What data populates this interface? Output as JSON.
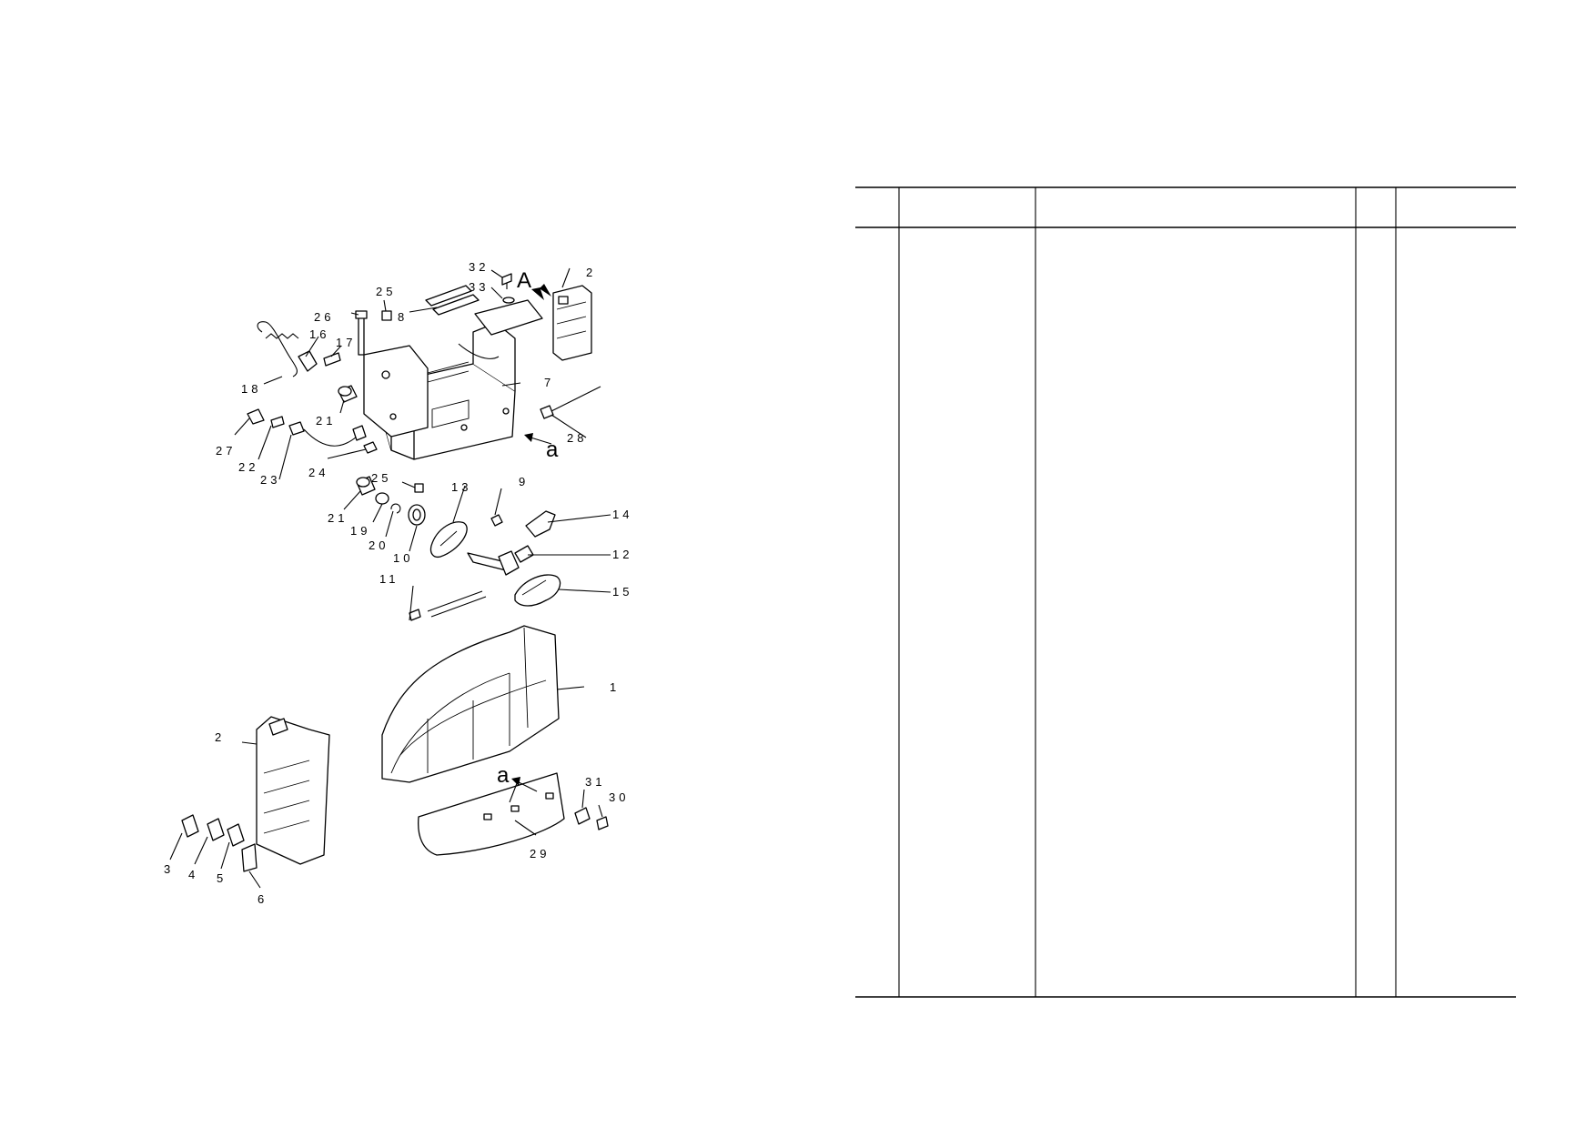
{
  "diagram": {
    "callouts": [
      {
        "id": "c1",
        "text": "1"
      },
      {
        "id": "c2a",
        "text": "2"
      },
      {
        "id": "c2b",
        "text": "2"
      },
      {
        "id": "c3",
        "text": "3"
      },
      {
        "id": "c4",
        "text": "4"
      },
      {
        "id": "c5",
        "text": "5"
      },
      {
        "id": "c6",
        "text": "6"
      },
      {
        "id": "c7",
        "text": "7"
      },
      {
        "id": "c8",
        "text": "8"
      },
      {
        "id": "c9",
        "text": "9"
      },
      {
        "id": "c10",
        "text": "10"
      },
      {
        "id": "c11",
        "text": "11"
      },
      {
        "id": "c12",
        "text": "12"
      },
      {
        "id": "c13",
        "text": "13"
      },
      {
        "id": "c14",
        "text": "14"
      },
      {
        "id": "c15",
        "text": "15"
      },
      {
        "id": "c16",
        "text": "16"
      },
      {
        "id": "c17",
        "text": "17"
      },
      {
        "id": "c18",
        "text": "18"
      },
      {
        "id": "c19",
        "text": "19"
      },
      {
        "id": "c20",
        "text": "20"
      },
      {
        "id": "c21a",
        "text": "21"
      },
      {
        "id": "c21b",
        "text": "21"
      },
      {
        "id": "c22",
        "text": "22"
      },
      {
        "id": "c23",
        "text": "23"
      },
      {
        "id": "c24",
        "text": "24"
      },
      {
        "id": "c25a",
        "text": "25"
      },
      {
        "id": "c25b",
        "text": "25"
      },
      {
        "id": "c26",
        "text": "26"
      },
      {
        "id": "c27",
        "text": "27"
      },
      {
        "id": "c28",
        "text": "28"
      },
      {
        "id": "c29",
        "text": "29"
      },
      {
        "id": "c30",
        "text": "30"
      },
      {
        "id": "c31",
        "text": "31"
      },
      {
        "id": "c32",
        "text": "32"
      },
      {
        "id": "c33",
        "text": "33"
      }
    ],
    "view_marks": [
      {
        "id": "mA",
        "text": "A"
      },
      {
        "id": "ma1",
        "text": "a"
      },
      {
        "id": "ma2",
        "text": "a"
      }
    ]
  },
  "parts_table": {
    "columns": 5,
    "headers": [
      "",
      "",
      "",
      "",
      ""
    ],
    "rows": []
  }
}
